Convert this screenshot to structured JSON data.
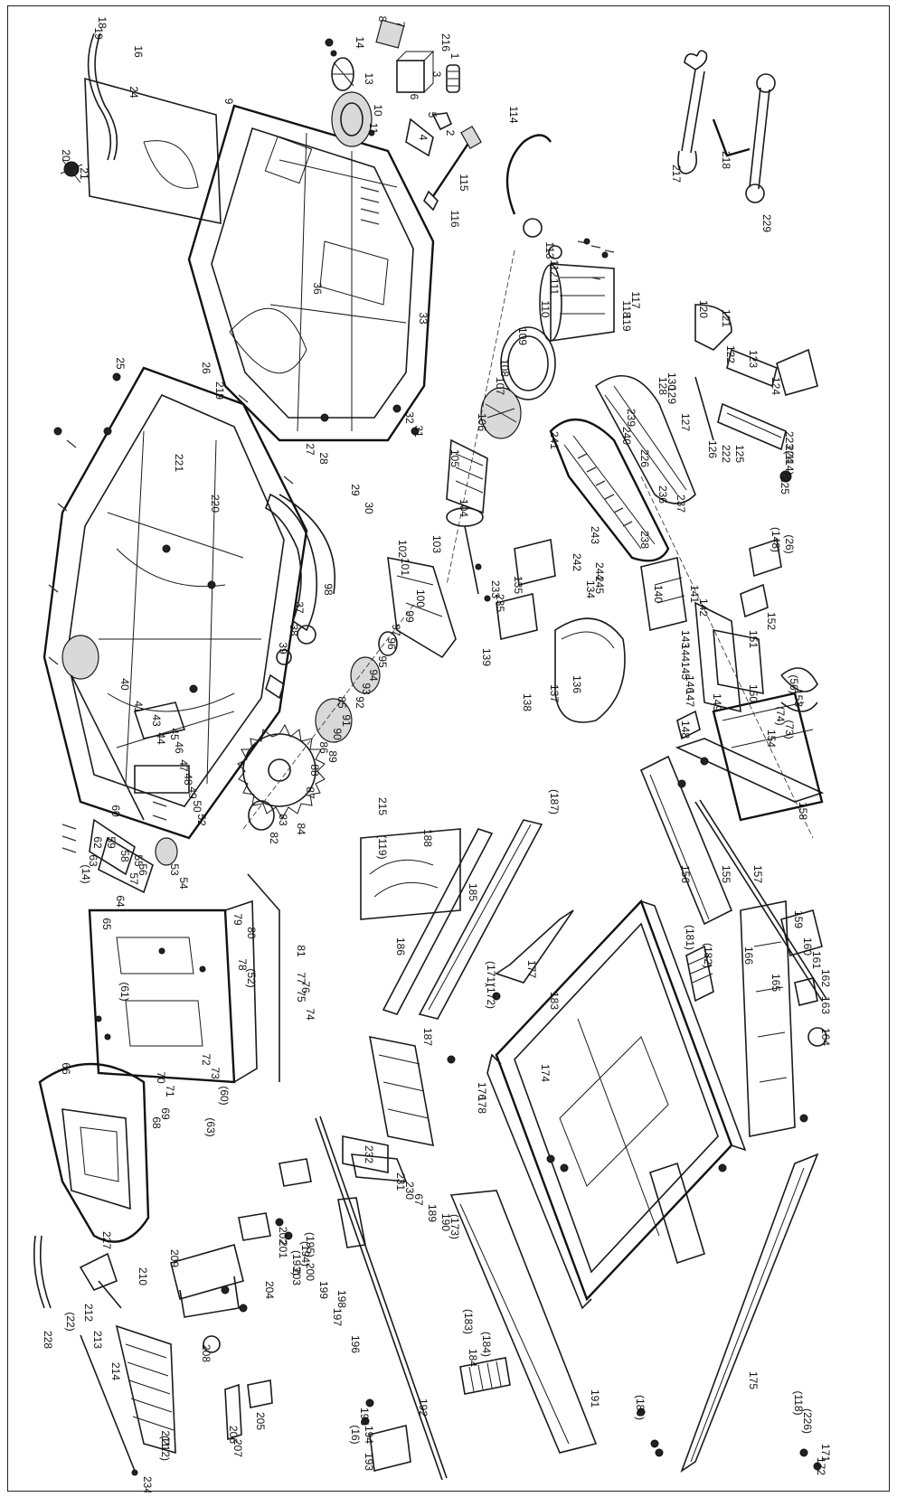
{
  "drawing": {
    "type": "exploded-parts-diagram",
    "orientation": "rotated-90-clockwise",
    "line_color": "#1a1a1a",
    "background": "#ffffff"
  },
  "callouts": [
    {
      "t": "1"
    },
    {
      "t": "2"
    },
    {
      "t": "3"
    },
    {
      "t": "4"
    },
    {
      "t": "5"
    },
    {
      "t": "6"
    },
    {
      "t": "7"
    },
    {
      "t": "8"
    },
    {
      "t": "9"
    },
    {
      "t": "10"
    },
    {
      "t": "11"
    },
    {
      "t": "13"
    },
    {
      "t": "14"
    },
    {
      "t": "16"
    },
    {
      "t": "18"
    },
    {
      "t": "19"
    },
    {
      "t": "20"
    },
    {
      "t": "21"
    },
    {
      "t": "24"
    },
    {
      "t": "25"
    },
    {
      "t": "26"
    },
    {
      "t": "27"
    },
    {
      "t": "28"
    },
    {
      "t": "29"
    },
    {
      "t": "30"
    },
    {
      "t": "31"
    },
    {
      "t": "32"
    },
    {
      "t": "33"
    },
    {
      "t": "36"
    },
    {
      "t": "37"
    },
    {
      "t": "38"
    },
    {
      "t": "39"
    },
    {
      "t": "40"
    },
    {
      "t": "41"
    },
    {
      "t": "43"
    },
    {
      "t": "44"
    },
    {
      "t": "45"
    },
    {
      "t": "46"
    },
    {
      "t": "47"
    },
    {
      "t": "48"
    },
    {
      "t": "49"
    },
    {
      "t": "50"
    },
    {
      "t": "52"
    },
    {
      "t": "53"
    },
    {
      "t": "54"
    },
    {
      "t": "55"
    },
    {
      "t": "56"
    },
    {
      "t": "57"
    },
    {
      "t": "58"
    },
    {
      "t": "59"
    },
    {
      "t": "60"
    },
    {
      "t": "62"
    },
    {
      "t": "63"
    },
    {
      "t": "64"
    },
    {
      "t": "65"
    },
    {
      "t": "66"
    },
    {
      "t": "67"
    },
    {
      "t": "68"
    },
    {
      "t": "69"
    },
    {
      "t": "70"
    },
    {
      "t": "71"
    },
    {
      "t": "72"
    },
    {
      "t": "73"
    },
    {
      "t": "74"
    },
    {
      "t": "75"
    },
    {
      "t": "76"
    },
    {
      "t": "77"
    },
    {
      "t": "78"
    },
    {
      "t": "79"
    },
    {
      "t": "80"
    },
    {
      "t": "81"
    },
    {
      "t": "82"
    },
    {
      "t": "83"
    },
    {
      "t": "84"
    },
    {
      "t": "85"
    },
    {
      "t": "86"
    },
    {
      "t": "87"
    },
    {
      "t": "88"
    },
    {
      "t": "89"
    },
    {
      "t": "90"
    },
    {
      "t": "91"
    },
    {
      "t": "92"
    },
    {
      "t": "93"
    },
    {
      "t": "94"
    },
    {
      "t": "95"
    },
    {
      "t": "96"
    },
    {
      "t": "97"
    },
    {
      "t": "98"
    },
    {
      "t": "99"
    },
    {
      "t": "100"
    },
    {
      "t": "101"
    },
    {
      "t": "102"
    },
    {
      "t": "103"
    },
    {
      "t": "104"
    },
    {
      "t": "105"
    },
    {
      "t": "106"
    },
    {
      "t": "107"
    },
    {
      "t": "108"
    },
    {
      "t": "109"
    },
    {
      "t": "110"
    },
    {
      "t": "111"
    },
    {
      "t": "112"
    },
    {
      "t": "113"
    },
    {
      "t": "114"
    },
    {
      "t": "115"
    },
    {
      "t": "116"
    },
    {
      "t": "117"
    },
    {
      "t": "118"
    },
    {
      "t": "119"
    },
    {
      "t": "120"
    },
    {
      "t": "121"
    },
    {
      "t": "122"
    },
    {
      "t": "123"
    },
    {
      "t": "124"
    },
    {
      "t": "125"
    },
    {
      "t": "126"
    },
    {
      "t": "127"
    },
    {
      "t": "128"
    },
    {
      "t": "129"
    },
    {
      "t": "130"
    },
    {
      "t": "134"
    },
    {
      "t": "135"
    },
    {
      "t": "136"
    },
    {
      "t": "137"
    },
    {
      "t": "138"
    },
    {
      "t": "139"
    },
    {
      "t": "140"
    },
    {
      "t": "141"
    },
    {
      "t": "142"
    },
    {
      "t": "143"
    },
    {
      "t": "144"
    },
    {
      "t": "145"
    },
    {
      "t": "146"
    },
    {
      "t": "147"
    },
    {
      "t": "148"
    },
    {
      "t": "149"
    },
    {
      "t": "150"
    },
    {
      "t": "151"
    },
    {
      "t": "152"
    },
    {
      "t": "153"
    },
    {
      "t": "154"
    },
    {
      "t": "155"
    },
    {
      "t": "156"
    },
    {
      "t": "157"
    },
    {
      "t": "158"
    },
    {
      "t": "159"
    },
    {
      "t": "160"
    },
    {
      "t": "161"
    },
    {
      "t": "162"
    },
    {
      "t": "163"
    },
    {
      "t": "164"
    },
    {
      "t": "165"
    },
    {
      "t": "166"
    },
    {
      "t": "171"
    },
    {
      "t": "172"
    },
    {
      "t": "174"
    },
    {
      "t": "175"
    },
    {
      "t": "176"
    },
    {
      "t": "177"
    },
    {
      "t": "178"
    },
    {
      "t": "183"
    },
    {
      "t": "184"
    },
    {
      "t": "185"
    },
    {
      "t": "186"
    },
    {
      "t": "187"
    },
    {
      "t": "188"
    },
    {
      "t": "189"
    },
    {
      "t": "190"
    },
    {
      "t": "191"
    },
    {
      "t": "192"
    },
    {
      "t": "193"
    },
    {
      "t": "194"
    },
    {
      "t": "195"
    },
    {
      "t": "196"
    },
    {
      "t": "197"
    },
    {
      "t": "198"
    },
    {
      "t": "199"
    },
    {
      "t": "200"
    },
    {
      "t": "201"
    },
    {
      "t": "202"
    },
    {
      "t": "203"
    },
    {
      "t": "204"
    },
    {
      "t": "205"
    },
    {
      "t": "206"
    },
    {
      "t": "207"
    },
    {
      "t": "208"
    },
    {
      "t": "209"
    },
    {
      "t": "210"
    },
    {
      "t": "211"
    },
    {
      "t": "212"
    },
    {
      "t": "213"
    },
    {
      "t": "214"
    },
    {
      "t": "215"
    },
    {
      "t": "216"
    },
    {
      "t": "217"
    },
    {
      "t": "218"
    },
    {
      "t": "219"
    },
    {
      "t": "220"
    },
    {
      "t": "221"
    },
    {
      "t": "222"
    },
    {
      "t": "223"
    },
    {
      "t": "224"
    },
    {
      "t": "225"
    },
    {
      "t": "226"
    },
    {
      "t": "227"
    },
    {
      "t": "228"
    },
    {
      "t": "229"
    },
    {
      "t": "230"
    },
    {
      "t": "231"
    },
    {
      "t": "232"
    },
    {
      "t": "233"
    },
    {
      "t": "234"
    },
    {
      "t": "235"
    },
    {
      "t": "236"
    },
    {
      "t": "237"
    },
    {
      "t": "238"
    },
    {
      "t": "239"
    },
    {
      "t": "240"
    },
    {
      "t": "241"
    },
    {
      "t": "242"
    },
    {
      "t": "243"
    },
    {
      "t": "244"
    },
    {
      "t": "245"
    },
    {
      "t": "(14)"
    },
    {
      "t": "(16)"
    },
    {
      "t": "(22)"
    },
    {
      "t": "(26)"
    },
    {
      "t": "(52)"
    },
    {
      "t": "(56)"
    },
    {
      "t": "(60)"
    },
    {
      "t": "(61)"
    },
    {
      "t": "(63)"
    },
    {
      "t": "(73)"
    },
    {
      "t": "(74)"
    },
    {
      "t": "(114)"
    },
    {
      "t": "(118)"
    },
    {
      "t": "(119)"
    },
    {
      "t": "(148)"
    },
    {
      "t": "(171)"
    },
    {
      "t": "(172)"
    },
    {
      "t": "(173)"
    },
    {
      "t": "(180)"
    },
    {
      "t": "(181)"
    },
    {
      "t": "(182)"
    },
    {
      "t": "(183)"
    },
    {
      "t": "(184)"
    },
    {
      "t": "(187)"
    },
    {
      "t": "(193)"
    },
    {
      "t": "(194)"
    },
    {
      "t": "(195)"
    },
    {
      "t": "(212)"
    },
    {
      "t": "(226)"
    }
  ]
}
